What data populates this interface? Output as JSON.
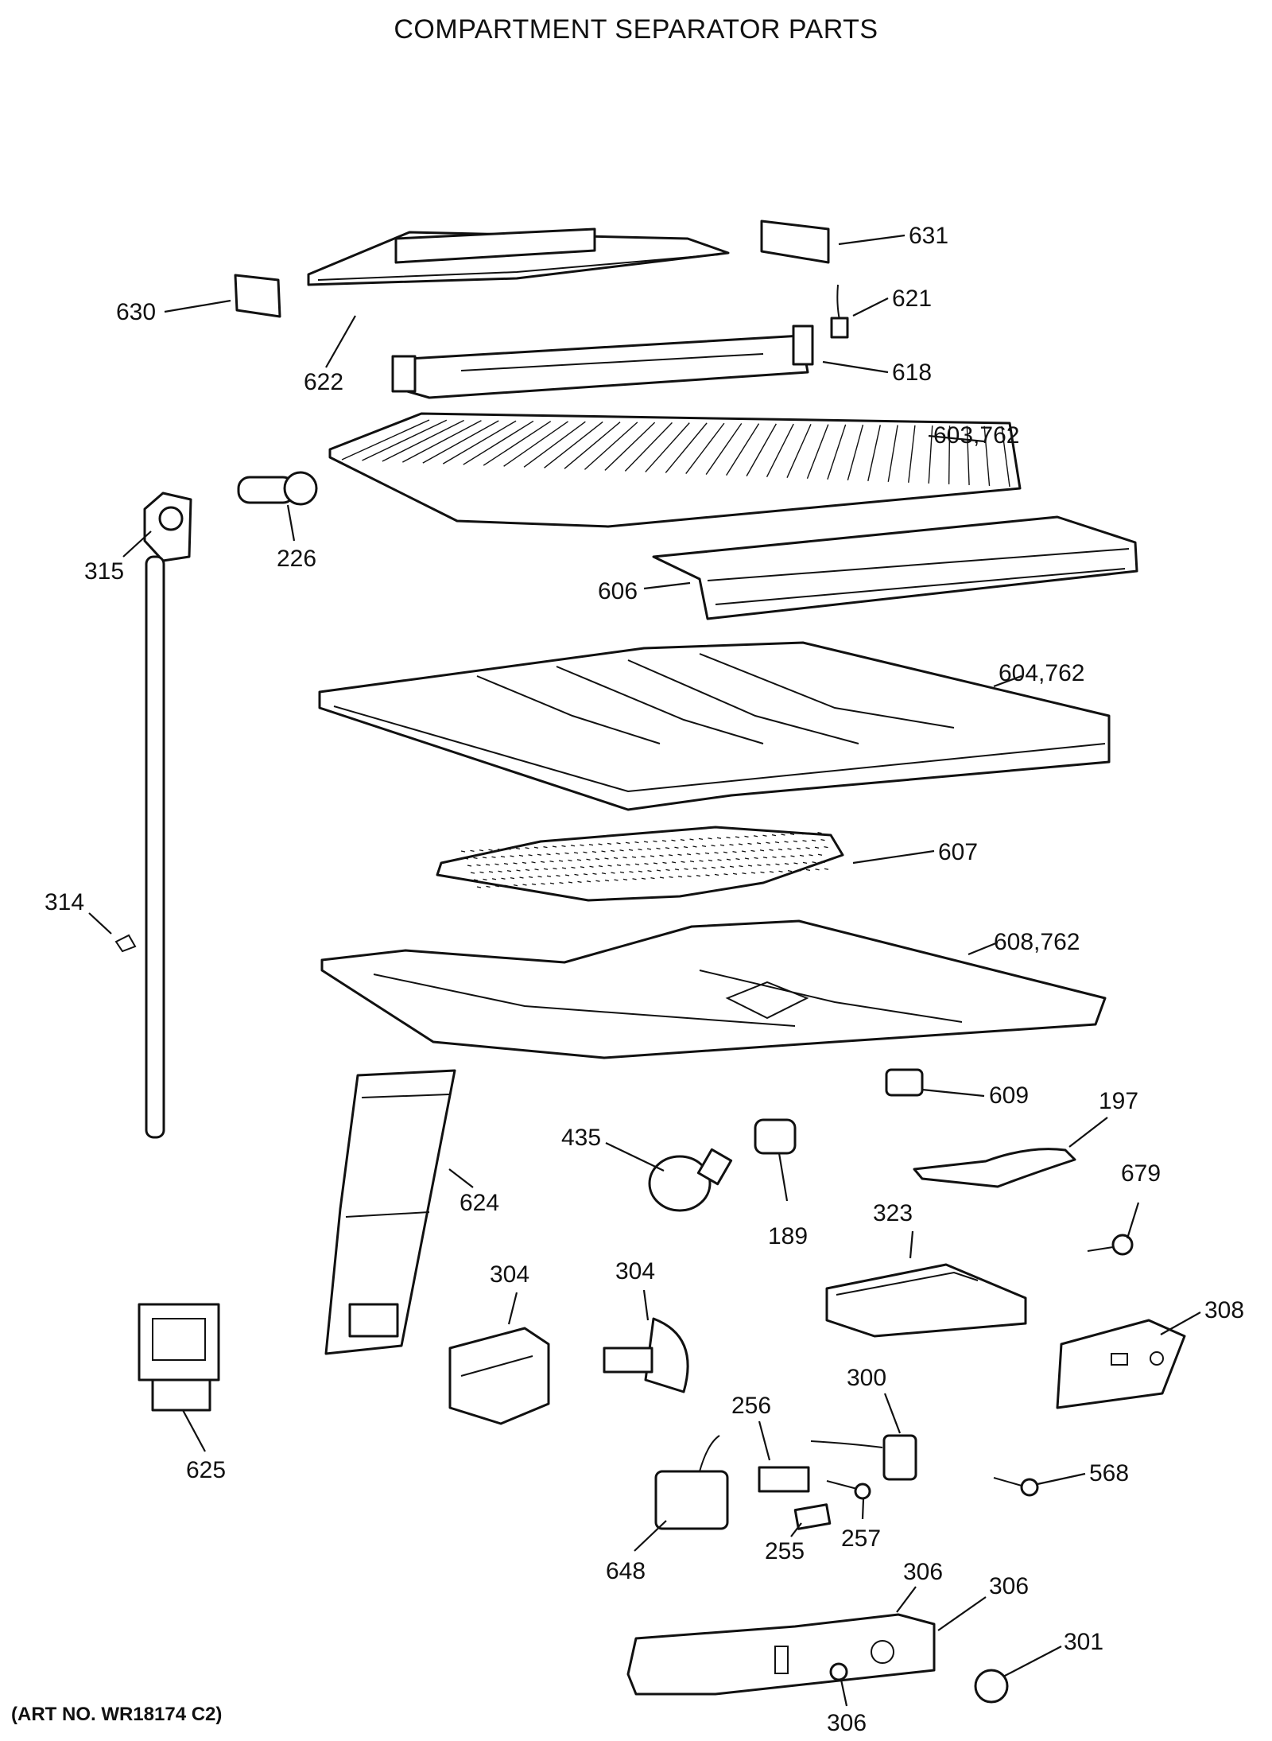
{
  "title": "COMPARTMENT SEPARATOR PARTS",
  "art_number": "(ART NO. WR18174 C2)",
  "callouts": [
    {
      "id": "c631",
      "text": "631"
    },
    {
      "id": "c630",
      "text": "630"
    },
    {
      "id": "c621",
      "text": "621"
    },
    {
      "id": "c622",
      "text": "622"
    },
    {
      "id": "c618",
      "text": "618"
    },
    {
      "id": "c603",
      "text": "603,762"
    },
    {
      "id": "c315",
      "text": "315"
    },
    {
      "id": "c226",
      "text": "226"
    },
    {
      "id": "c606",
      "text": "606"
    },
    {
      "id": "c604",
      "text": "604,762"
    },
    {
      "id": "c607",
      "text": "607"
    },
    {
      "id": "c314",
      "text": "314"
    },
    {
      "id": "c608",
      "text": "608,762"
    },
    {
      "id": "c609",
      "text": "609"
    },
    {
      "id": "c197",
      "text": "197"
    },
    {
      "id": "c435",
      "text": "435"
    },
    {
      "id": "c624",
      "text": "624"
    },
    {
      "id": "c679",
      "text": "679"
    },
    {
      "id": "c189",
      "text": "189"
    },
    {
      "id": "c323",
      "text": "323"
    },
    {
      "id": "c304a",
      "text": "304"
    },
    {
      "id": "c304b",
      "text": "304"
    },
    {
      "id": "c308",
      "text": "308"
    },
    {
      "id": "c625",
      "text": "625"
    },
    {
      "id": "c300",
      "text": "300"
    },
    {
      "id": "c256",
      "text": "256"
    },
    {
      "id": "c568",
      "text": "568"
    },
    {
      "id": "c648",
      "text": "648"
    },
    {
      "id": "c255",
      "text": "255"
    },
    {
      "id": "c257",
      "text": "257"
    },
    {
      "id": "c306a",
      "text": "306"
    },
    {
      "id": "c306b",
      "text": "306"
    },
    {
      "id": "c301",
      "text": "301"
    },
    {
      "id": "c306c",
      "text": "306"
    }
  ]
}
